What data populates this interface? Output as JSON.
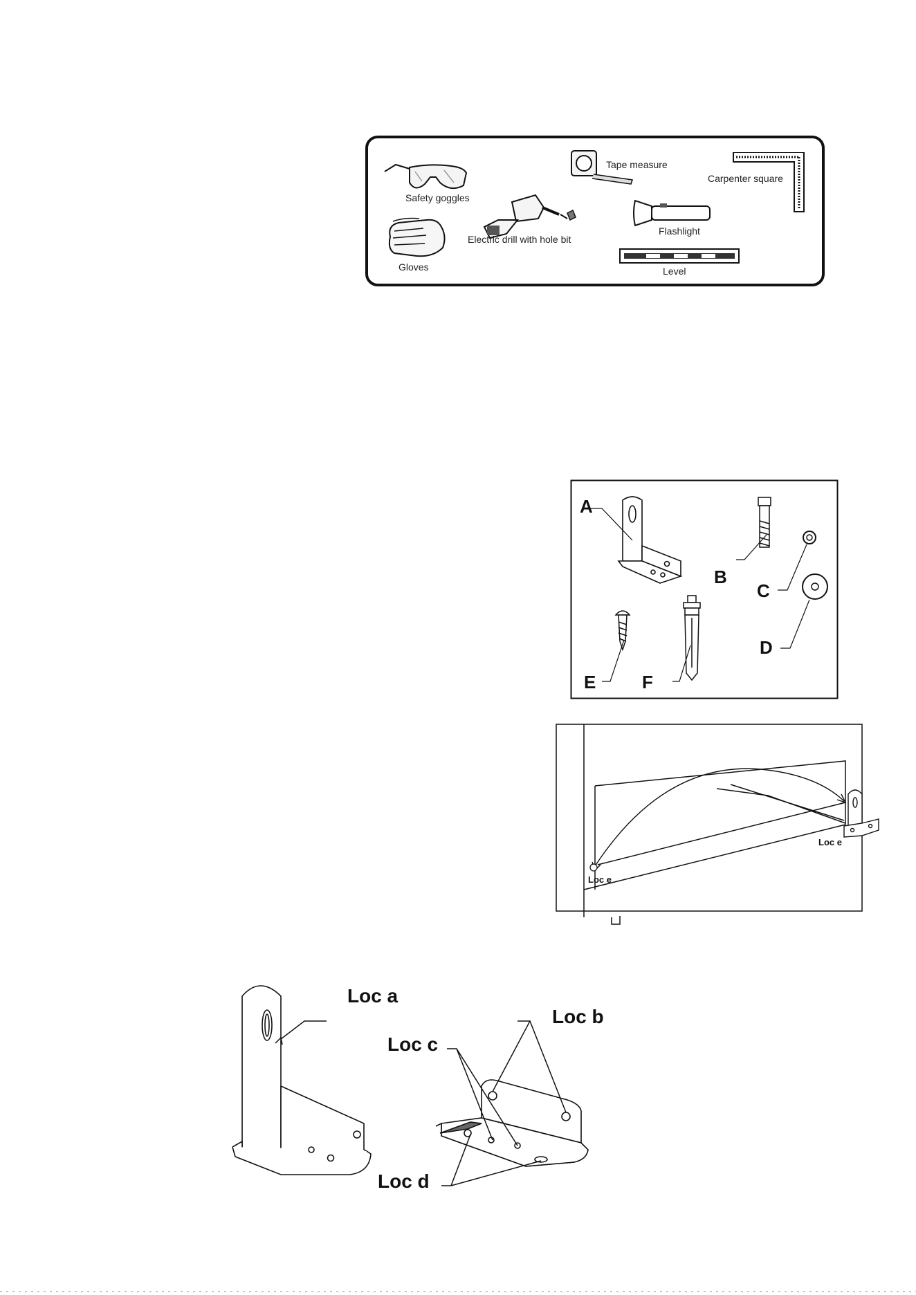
{
  "tools_panel": {
    "safety_goggles": "Safety goggles",
    "gloves": "Gloves",
    "electric_drill": "Electric drill with hole bit",
    "tape_measure": "Tape measure",
    "flashlight": "Flashlight",
    "level": "Level",
    "carpenter_square": "Carpenter square"
  },
  "parts_panel": {
    "a": "A",
    "b": "B",
    "c": "C",
    "d": "D",
    "e": "E",
    "f": "F"
  },
  "cabinet_figure": {
    "loc_e_right": "Loc e",
    "loc_e_left": "Loc e"
  },
  "bracket_figure": {
    "loc_a": "Loc a",
    "loc_b": "Loc b",
    "loc_c": "Loc c",
    "loc_d": "Loc d"
  }
}
